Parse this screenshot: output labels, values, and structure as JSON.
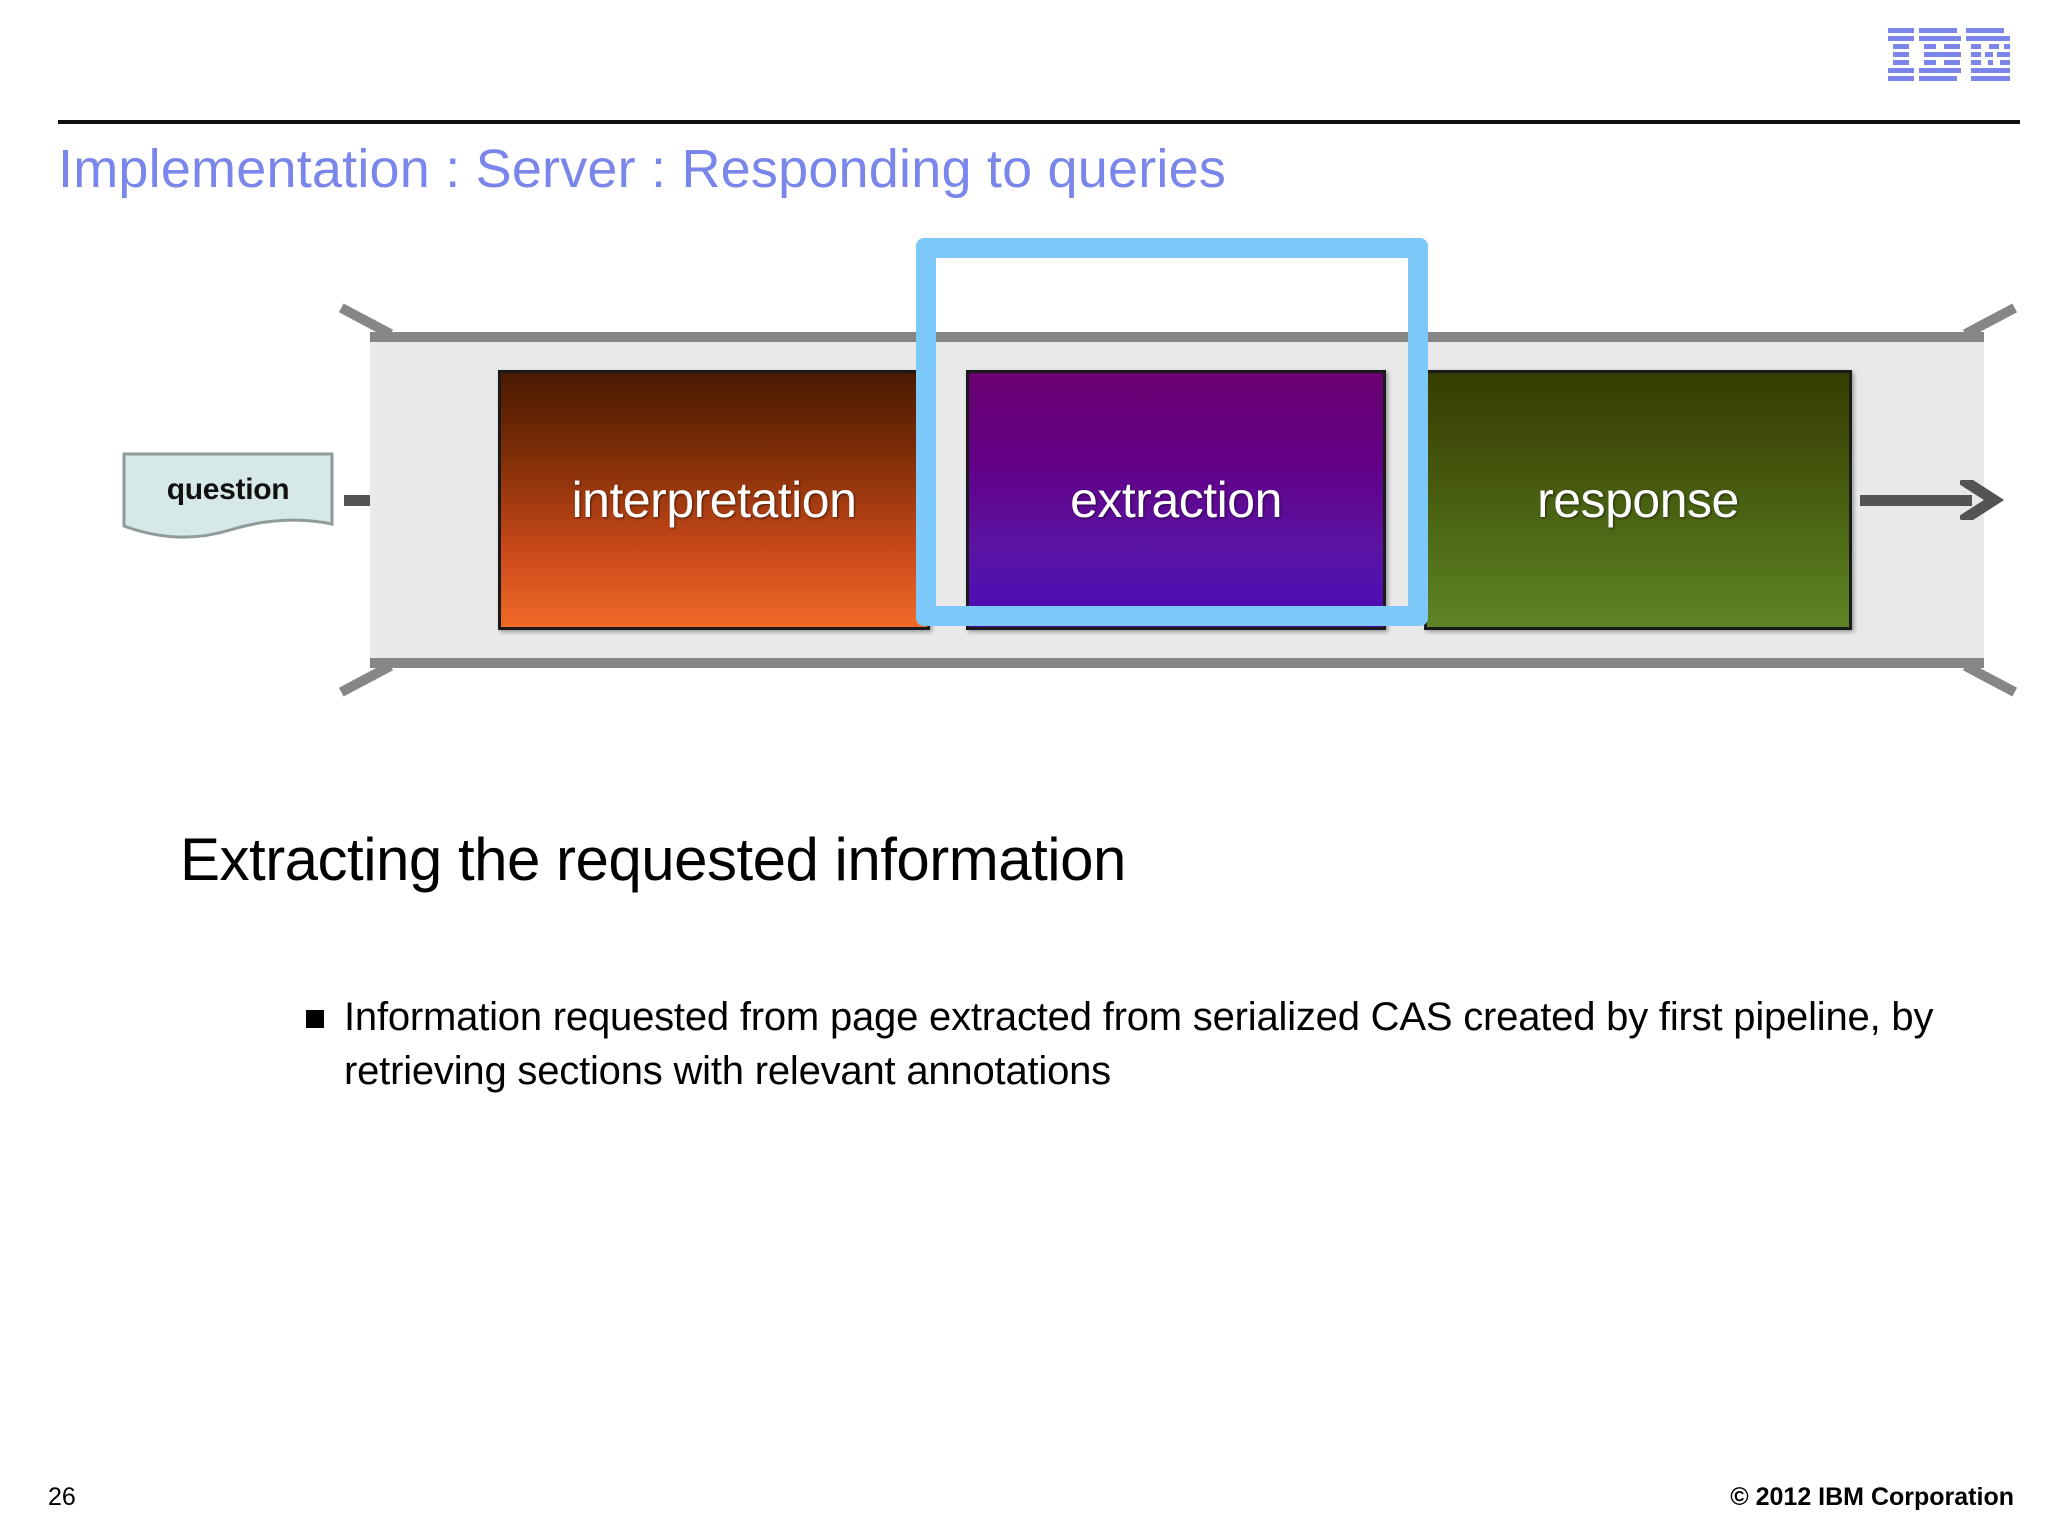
{
  "header": {
    "logo_icon": "ibm-logo-icon",
    "logo_alt": "IBM",
    "logo_color": "#7b86ea",
    "rule_color": "#111111"
  },
  "title": {
    "text": "Implementation : Server : Responding to queries",
    "color": "#7b86ea"
  },
  "diagram": {
    "input": {
      "label": "question",
      "shape": "document-icon",
      "fill": "#d6e8e8",
      "stroke": "#8f9a9a"
    },
    "arrow_in_icon": "arrow-right-icon",
    "arrow_out_icon": "arrow-right-icon",
    "band_fill": "#e9e9e9",
    "band_edge": "#868686",
    "stages": [
      {
        "label": "interpretation",
        "name": "stage-interpretation",
        "gradient_top": "#4a1a02",
        "gradient_bottom": "#f06a28",
        "highlighted": false
      },
      {
        "label": "extraction",
        "name": "stage-extraction",
        "gradient_top": "#6a0070",
        "gradient_bottom": "#4b08b8",
        "highlighted": true
      },
      {
        "label": "response",
        "name": "stage-response",
        "gradient_top": "#343f00",
        "gradient_bottom": "#5f8426",
        "highlighted": false
      }
    ],
    "highlight_color": "#7cc8f8"
  },
  "body": {
    "heading": "Extracting the requested information",
    "bullets": [
      "Information requested from page extracted from serialized CAS created by first pipeline, by retrieving sections with relevant annotations"
    ]
  },
  "footer": {
    "page_number": "26",
    "copyright": "© 2012 IBM Corporation"
  }
}
